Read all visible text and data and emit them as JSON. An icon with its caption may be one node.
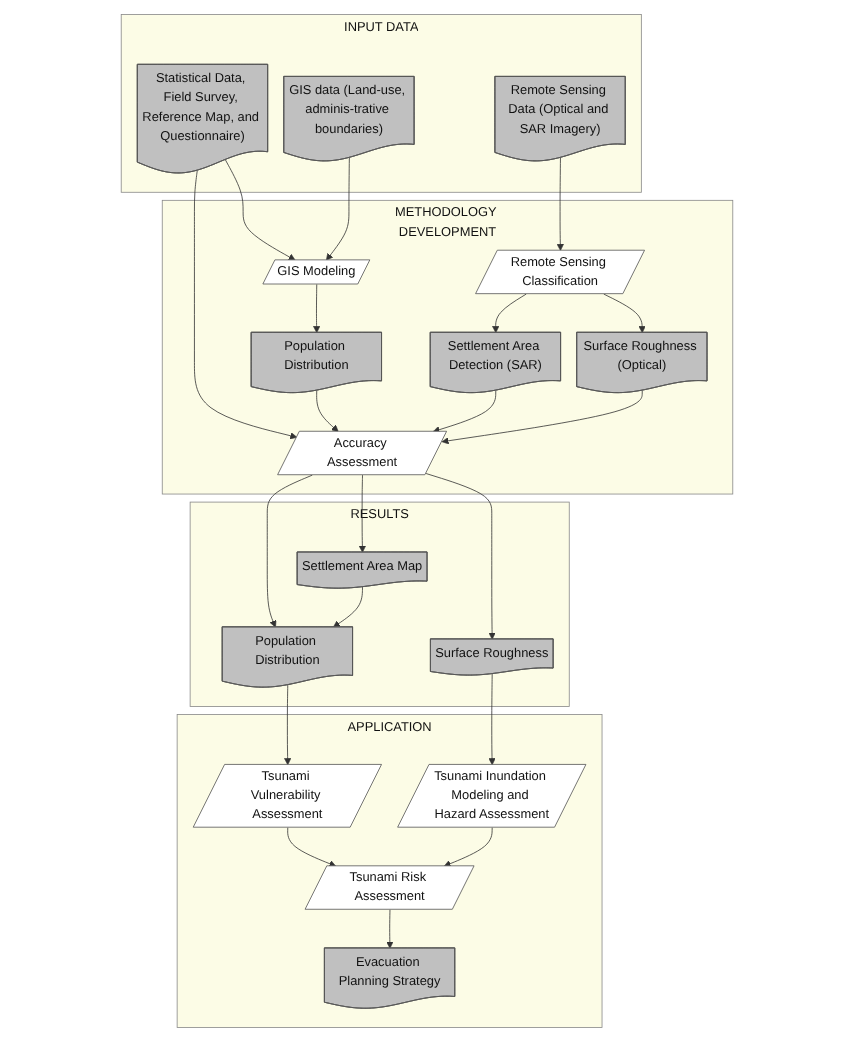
{
  "diagram": {
    "nodes": [
      {
        "text": [
          "INPUT DATA"
        ]
      },
      {
        "text": [
          "Statistical Data, Field Survey, Reference Map, and Questionnaire)"
        ],
        "in": 0
      },
      {
        "text": [
          "GIS data (Land-use, adminis-trative boundaries)"
        ],
        "in": 0
      },
      {
        "text": [
          "Remote Sensing Data (Optical and SAR Imagery)"
        ],
        "in": 0
      },
      {
        "text": [
          "METHODOLOGY DEVELOPMENT"
        ]
      },
      {
        "text": [
          "GIS Modeling"
        ],
        "in": 4
      },
      {
        "text": [
          "Remote Sensing Classification"
        ],
        "in": 4
      },
      {
        "text": [
          "Population Distribution"
        ],
        "in": 4
      },
      {
        "text": [
          "Settlement Area Detection (SAR)"
        ],
        "in": 4
      },
      {
        "text": [
          "Surface Roughness (Optical)"
        ],
        "in": 4
      },
      {
        "text": [
          "Accuracy Assessment"
        ],
        "in": 4
      },
      {
        "text": [
          "RESULTS"
        ]
      },
      {
        "text": [
          "Population Distribution"
        ],
        "in": 11
      },
      {
        "text": [
          "Settlement Area Map"
        ],
        "in": 11
      },
      {
        "text": [
          "Surface Roughness"
        ],
        "in": 11
      },
      {
        "text": [
          "APPLICATION"
        ]
      },
      {
        "text": [
          "Tsunami Vulnerability Assessment"
        ],
        "in": 15
      },
      {
        "text": [
          "Tsunami Inundation Modeling and Hazard Assessment"
        ],
        "in": 15
      },
      {
        "text": [
          "Tsunami Risk Assessment"
        ],
        "in": 15
      },
      {
        "text": [
          "Evacuation Planning Strategy"
        ],
        "in": 15
      }
    ],
    "edges": [
      {
        "from": 1,
        "to": 5,
        "arrow": "to"
      },
      {
        "from": 1,
        "to": 10,
        "arrow": "to"
      },
      {
        "from": 2,
        "to": 5,
        "arrow": "to"
      },
      {
        "from": 3,
        "to": 6,
        "arrow": "to"
      },
      {
        "from": 5,
        "to": 7,
        "arrow": "to"
      },
      {
        "from": 6,
        "to": 8,
        "arrow": "to"
      },
      {
        "from": 6,
        "to": 9,
        "arrow": "to"
      },
      {
        "from": 7,
        "to": 10,
        "arrow": "to"
      },
      {
        "from": 8,
        "to": 10,
        "arrow": "to"
      },
      {
        "from": 9,
        "to": 10,
        "arrow": "to"
      },
      {
        "from": 10,
        "to": 12,
        "arrow": "to"
      },
      {
        "from": 10,
        "to": 13,
        "arrow": "to"
      },
      {
        "from": 10,
        "to": 14,
        "arrow": "to"
      },
      {
        "from": 13,
        "to": 12,
        "arrow": "to"
      },
      {
        "from": 12,
        "to": 16,
        "arrow": "to"
      },
      {
        "from": 14,
        "to": 17,
        "arrow": "to"
      },
      {
        "from": 16,
        "to": 18,
        "arrow": "to"
      },
      {
        "from": 17,
        "to": 18,
        "arrow": "to"
      },
      {
        "from": 18,
        "to": 19,
        "arrow": "to"
      }
    ]
  }
}
